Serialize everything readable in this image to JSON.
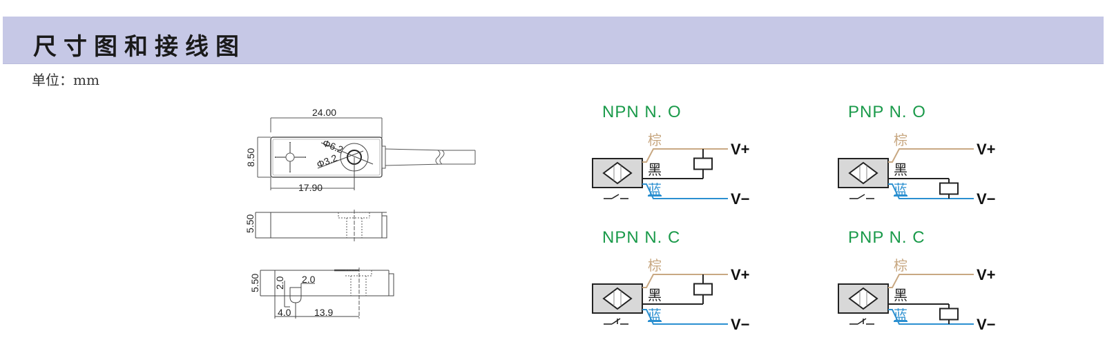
{
  "header": {
    "title": "尺寸图和接线图",
    "background_color": "#c6c8e6"
  },
  "unit_label": "单位：mm",
  "dimension_drawing": {
    "top_view": {
      "length": "24.00",
      "height": "8.50",
      "hole_offset": "17.90",
      "outer_diameter": "Φ6.2",
      "inner_diameter": "Φ3.2"
    },
    "side_view": {
      "thickness": "5.50"
    },
    "bottom_view": {
      "thickness": "5.50",
      "slot_depth": "2.0",
      "slot_width": "2.0",
      "slot_offset": "4.0",
      "slot_to_hole": "13.9"
    }
  },
  "wiring_diagrams": [
    {
      "title": "NPN  N. O",
      "type": "NPN",
      "contact": "normally-open",
      "wires": {
        "brown": "棕",
        "black": "黑",
        "blue": "蓝"
      },
      "supply_positive": "V+",
      "supply_negative": "V−",
      "load_between": "brown-black"
    },
    {
      "title": "PNP  N. O",
      "type": "PNP",
      "contact": "normally-open",
      "wires": {
        "brown": "棕",
        "black": "黑",
        "blue": "蓝"
      },
      "supply_positive": "V+",
      "supply_negative": "V−",
      "load_between": "black-blue"
    },
    {
      "title": "NPN  N. C",
      "type": "NPN",
      "contact": "normally-closed",
      "wires": {
        "brown": "棕",
        "black": "黑",
        "blue": "蓝"
      },
      "supply_positive": "V+",
      "supply_negative": "V−",
      "load_between": "brown-black"
    },
    {
      "title": "PNP  N. C",
      "type": "PNP",
      "contact": "normally-closed",
      "wires": {
        "brown": "棕",
        "black": "黑",
        "blue": "蓝"
      },
      "supply_positive": "V+",
      "supply_negative": "V−",
      "load_between": "black-blue"
    }
  ],
  "colors": {
    "title_green": "#1a9a4a",
    "wire_brown": "#c8a882",
    "wire_black": "#222222",
    "wire_blue": "#2a8fd0",
    "sensor_fill": "#d8d8d8"
  }
}
